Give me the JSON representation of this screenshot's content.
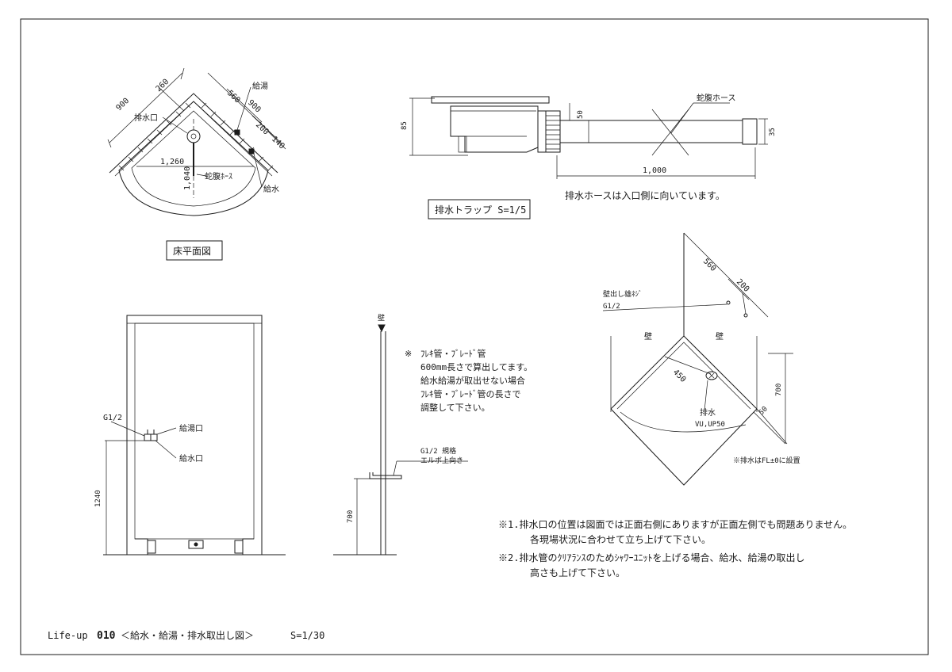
{
  "floor_plan": {
    "title": "床平面図",
    "dim_900_left": "900",
    "dim_260": "260",
    "dim_560": "560",
    "dim_900_right": "900",
    "dim_200": "200",
    "dim_140": "140",
    "dim_1260": "1,260",
    "dim_1040": "1,040",
    "label_drain": "排水口",
    "label_hot": "給湯",
    "label_hose": "蛇腹ﾎｰｽ",
    "label_cold": "給水"
  },
  "trap": {
    "title": "排水トラップ S=1/5",
    "dim_85": "85",
    "dim_50": "50",
    "dim_35": "35",
    "dim_1000": "1,000",
    "label_hose": "蛇腹ホース",
    "note": "排水ホースは入口側に向いています。"
  },
  "iso": {
    "dim_560": "560",
    "dim_200": "200",
    "dim_450": "450",
    "dim_700": "700",
    "dim_50": "50",
    "label_thread": "壁出し雄ﾈｼﾞ",
    "label_g12": "G1/2",
    "label_wall_left": "壁",
    "label_wall_right": "壁",
    "label_drain": "排水",
    "label_vu": "VU,UP50",
    "note_fl": "※排水はFL±0に設置"
  },
  "elevation": {
    "label_g12": "G1/2",
    "label_hot_port": "給湯口",
    "label_cold_port": "給水口",
    "dim_1240": "1240"
  },
  "side": {
    "label_wall": "壁",
    "dim_700": "700",
    "label_g12_spec": "G1/2 規格",
    "label_elbow": "エルボ上向き"
  },
  "note_flex": {
    "mark": "※",
    "lines": [
      "ﾌﾚｷ管・ﾌﾞﾚｰﾄﾞ管",
      "600mm長さで算出してます。",
      "給水給湯が取出せない場合",
      "ﾌﾚｷ管・ﾌﾞﾚｰﾄﾞ管の長さで",
      "調整して下さい。"
    ]
  },
  "notes": {
    "note1_line1": "※1.排水口の位置は図面では正面右側にありますが正面左側でも問題ありません。",
    "note1_line2": "各現場状況に合わせて立ち上げて下さい。",
    "note2_line1": "※2.排水管のｸﾘｱﾗﾝｽのためｼｬﾜｰﾕﾆｯﾄを上げる場合、給水、給湯の取出し",
    "note2_line2": "高さも上げて下さい。"
  },
  "footer": {
    "brand": "Life-up",
    "model": "010",
    "title": "＜給水・給湯・排水取出し図＞",
    "scale": "S=1/30"
  }
}
